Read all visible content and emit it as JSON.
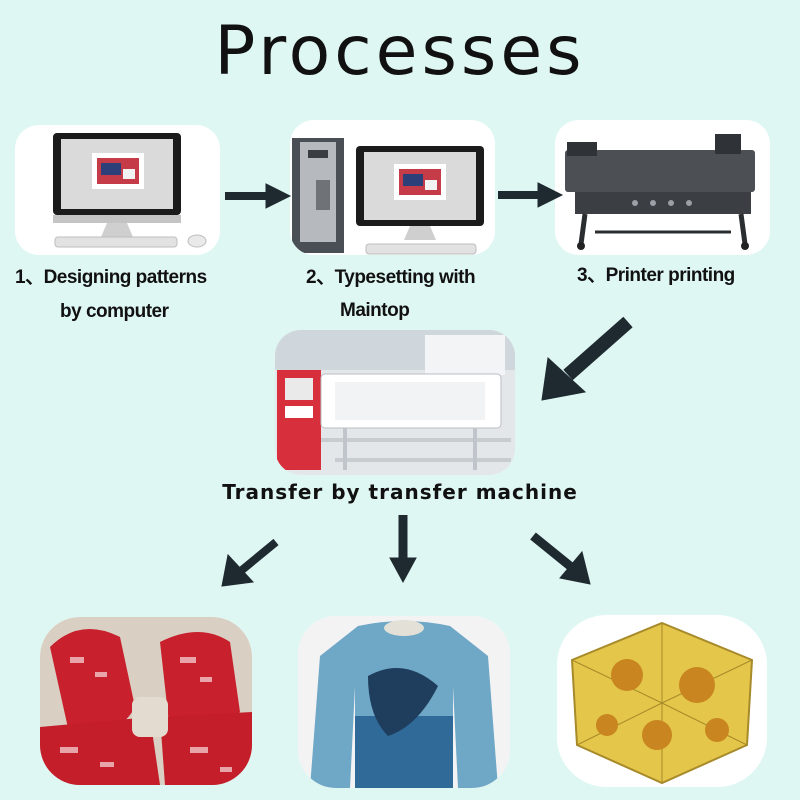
{
  "title": "Processes",
  "steps": [
    {
      "line1": "1、Designing patterns",
      "line2": "by computer"
    },
    {
      "line1": "2、Typesetting with",
      "line2": "Maintop"
    },
    {
      "line1": "3、Printer printing",
      "line2": ""
    }
  ],
  "transfer_label": "Transfer by transfer machine",
  "icons": [
    "computer-icon",
    "pc-tower-icon",
    "printer-icon",
    "transfer-machine-icon",
    "car-seat-cover-icon",
    "sweatshirt-icon",
    "umbrella-icon"
  ],
  "colors": {
    "background": "#dff7f3",
    "arrow": "#1f2a30",
    "card": "#ffffff"
  }
}
